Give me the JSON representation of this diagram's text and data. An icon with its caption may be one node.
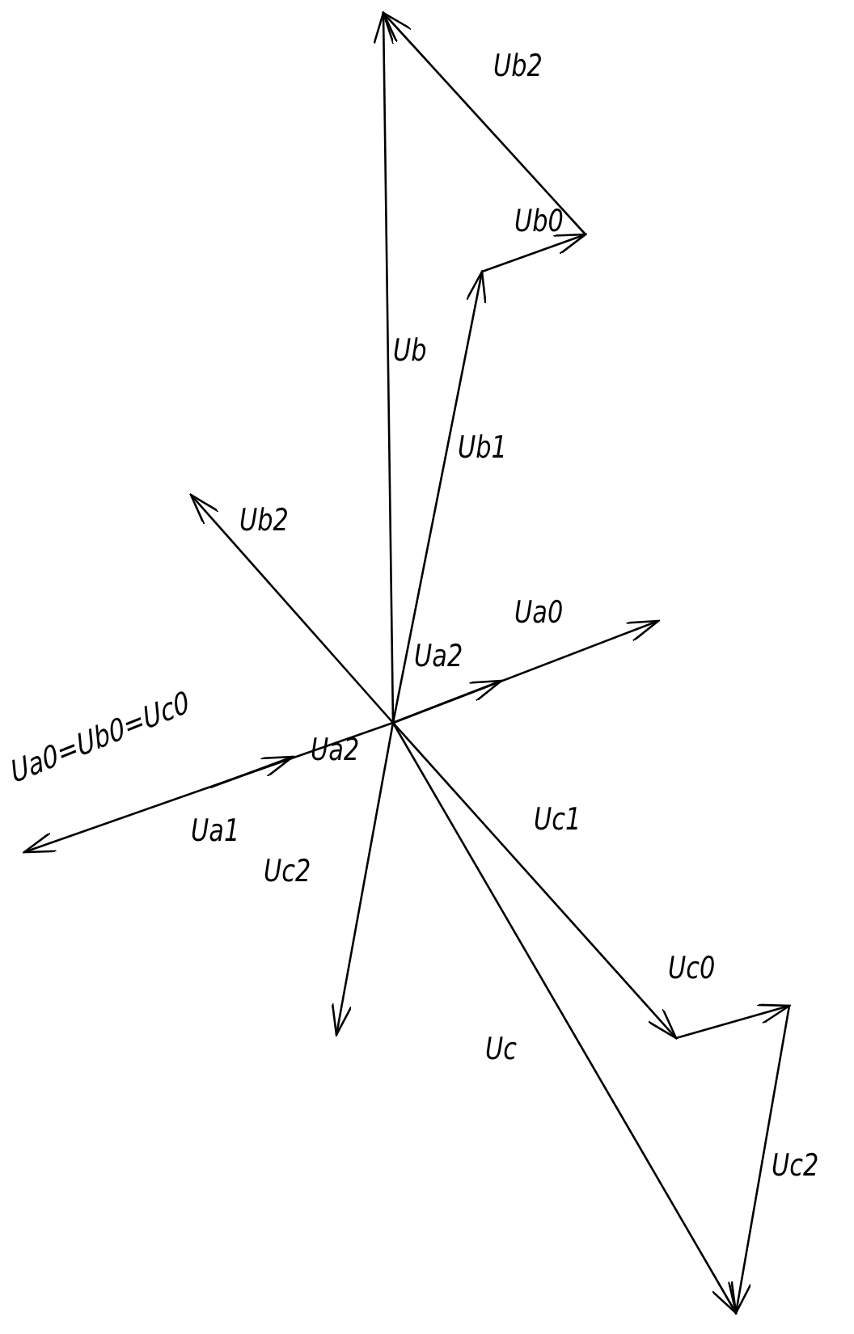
{
  "diagram": {
    "labels": [
      "Ub2",
      "Ub0",
      "Ub",
      "Ub1",
      "Ub2",
      "Ua0",
      "Ua2",
      "Ua2",
      "Ua0=Ub0=Uc0",
      "Ua1",
      "Uc1",
      "Uc2",
      "Uc0",
      "Uc",
      "Uc2"
    ]
  }
}
